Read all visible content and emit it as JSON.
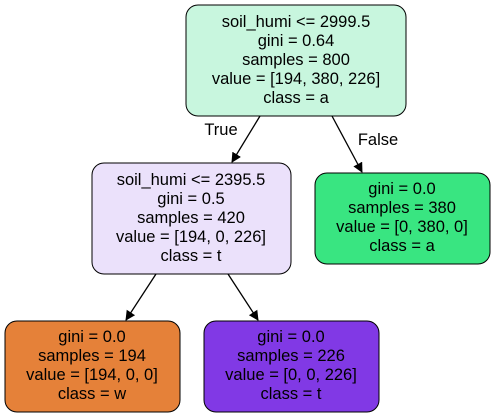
{
  "tree": {
    "root": {
      "lines": [
        "soil_humi <= 2999.5",
        "gini = 0.64",
        "samples = 800",
        "value = [194, 380, 226]",
        "class = a"
      ],
      "fill": "#c8f6de"
    },
    "left": {
      "lines": [
        "soil_humi <= 2395.5",
        "gini = 0.5",
        "samples = 420",
        "value = [194, 0, 226]",
        "class = t"
      ],
      "fill": "#ebe1fb"
    },
    "right": {
      "lines": [
        "gini = 0.0",
        "samples = 380",
        "value = [0, 380, 0]",
        "class = a"
      ],
      "fill": "#39e581"
    },
    "left_left": {
      "lines": [
        "gini = 0.0",
        "samples = 194",
        "value = [194, 0, 0]",
        "class = w"
      ],
      "fill": "#e58139"
    },
    "left_right": {
      "lines": [
        "gini = 0.0",
        "samples = 226",
        "value = [0, 0, 226]",
        "class = t"
      ],
      "fill": "#8139e5"
    },
    "edge_true": "True",
    "edge_false": "False"
  }
}
